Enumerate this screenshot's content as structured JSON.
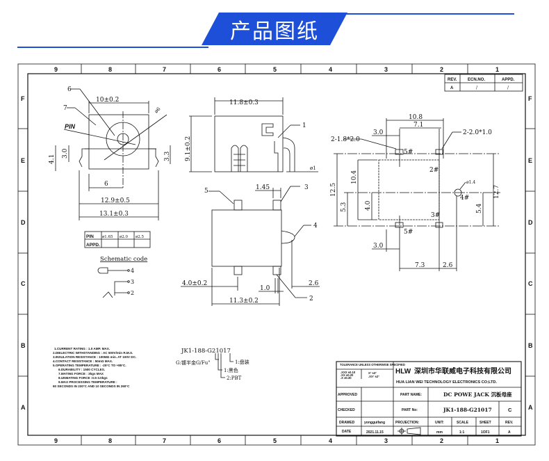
{
  "banner": {
    "title": "产品图纸",
    "color": "#1d4fd8"
  },
  "frame": {
    "columns": [
      "9",
      "8",
      "7",
      "6",
      "5",
      "4",
      "3",
      "2",
      "1"
    ],
    "rows": [
      "F",
      "E",
      "D",
      "C",
      "B",
      "A"
    ]
  },
  "revision_table": {
    "headers": [
      "REV.",
      "ECN.NO.",
      "APPD."
    ],
    "row": [
      "A",
      "/",
      "/"
    ]
  },
  "front_view": {
    "dim_width": "10±0.2",
    "dim_diameter": "ø6",
    "pin_label": "PIN",
    "callout_6": "6",
    "callout_7": "7",
    "dim_4_1": "4.1",
    "dim_3_0": "3.0",
    "dim_3_3": "3.3",
    "dim_6": "6",
    "dim_12_9": "12.9±0.5",
    "dim_13_1": "13.1±0.3"
  },
  "pin_table": {
    "pin_label": "PIN",
    "options": [
      "ø1.65",
      "ø2.0",
      "ø2.5"
    ],
    "appd_label": "APPD."
  },
  "schematic": {
    "title": "Schematic code",
    "pins": [
      "4",
      "3",
      "2"
    ]
  },
  "side_view": {
    "dim_width": "11.8±0.3",
    "dim_height": "9.1±0.2",
    "callout_1": "1",
    "dim_pin": "ø1"
  },
  "bottom_view": {
    "callout_5": "5",
    "callout_3": "3",
    "callout_4": "4",
    "callout_2": "2",
    "dim_1_45": "1.45",
    "dim_4_0": "4.0±0.2",
    "dim_1_0": "1.0",
    "dim_2_6": "2.6",
    "dim_11_3": "11.3±0.2"
  },
  "pcb_layout": {
    "dim_10_8": "10.8",
    "dim_7_1": "7.1",
    "dim_3_0_top": "3.0",
    "hole_a": "2-1.8*2.0",
    "hole_b": "2-2.0*1.0",
    "pin5_top": "5#",
    "pin2": "2#",
    "pin3": "3#",
    "pin4": "4#",
    "pin5_bottom": "5#",
    "hole_4": "ø1.4",
    "dim_12_5": "12.5",
    "dim_10_4": "10.4",
    "dim_5_3": "5.3",
    "dim_4_0": "4.0",
    "dim_12_7": "12.7",
    "dim_5_4": "5.4",
    "dim_3_0_bottom": "3.0",
    "dim_7_3": "7.3",
    "dim_2_6": "2.6"
  },
  "notes": [
    "1.CURRENT RATING : 1.0 AMP. MAX.",
    "2.DIELECTRIC WITHSTANDING : AC 500V/min R.M.S.",
    "3.INSULATION RESISTANCE : 100MΩ min. AT 100V DC.",
    "4.CONTACT RESISTANCE : 50mΩ MAX.",
    "5.OPERATING TEMPERATURE : -25°C TO +85°C.",
    "6.DURABILITY : 1500 CYCLES.",
    "7.MATING FORCE : 3kgs MAX",
    "8.UNMATING FORCE :0.5-3.0kgs",
    "9.MAX PROCESSING TEMPERATURE :",
    "60 SECONDS IN 230°C AND 10 SECONDS IN 260°C"
  ],
  "part_code": {
    "code": "JK1-188-G21017",
    "plating": "G:镀半金G/Fu\"",
    "packing": "1:盘装",
    "color": "1:黑色",
    "material": "2:PBT"
  },
  "title_block": {
    "tolerance_title": "TOLERANCE UNLESS OTHERWISE SPECIFIED",
    "tol_xxx": ".XXX ±0.10",
    ".tol_xx": "",
    "tol_xx": ".XX ±0.20",
    "tol_x": ".X ±0.30",
    "tol_ang1": "X° ±3°",
    "tol_ang2": ".XX° ±2°",
    "logo": "HLW",
    "company_cn": "深圳市华联威电子科技有限公司",
    "company_en": "HUA LIAN WEI TECHNOLOGY ELECTRONICS CO;LTD.",
    "approved_label": "APPROVED",
    "checked_label": "CHECKED",
    "drawed_label": "DRAWED",
    "drawed_value": "yongguifang",
    "date_label": "DATE",
    "date_value": "2021.11.15",
    "part_name_label": "PART NAME:",
    "part_name_value": "DC POWE JACK 沉板母座",
    "part_no_label": "PART No:",
    "part_no_value": "JK1-188-G21017",
    "part_rev": "C",
    "projection_label": "PROJECTION:",
    "unit_label": "UNIT:",
    "unit_value": "mm",
    "scale_label": "SCALE",
    "scale_value": "1:1",
    "sheet_label": "SHEET",
    "sheet_value": "1OF1",
    "rev_label": "REV.",
    "rev_value": "A"
  }
}
